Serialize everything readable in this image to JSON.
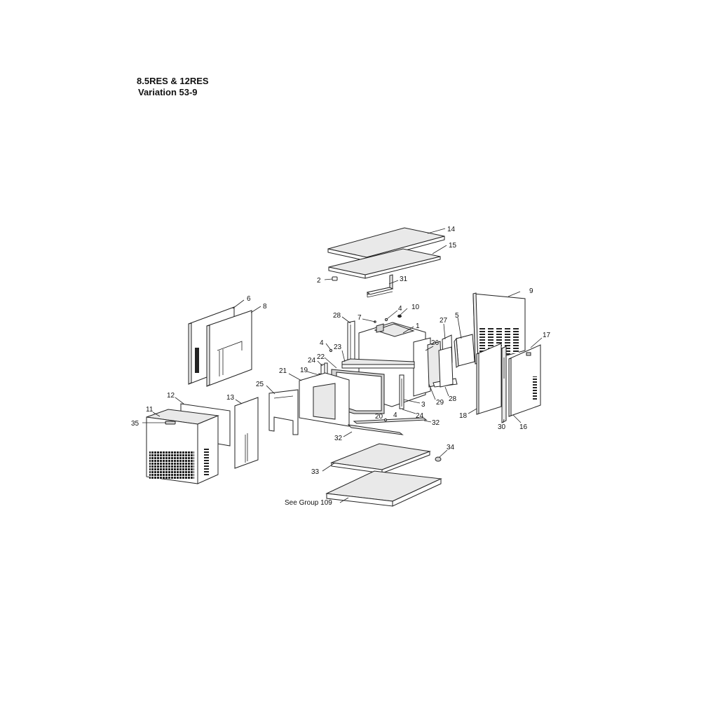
{
  "title": {
    "line1": "8.5RES & 12RES",
    "line2": "Variation 53-9"
  },
  "labels": {
    "p1": "1",
    "p2": "2",
    "p3": "3",
    "p4a": "4",
    "p4b": "4",
    "p4c": "4",
    "p5": "5",
    "p6": "6",
    "p7": "7",
    "p8": "8",
    "p9": "9",
    "p10": "10",
    "p11": "11",
    "p12": "12",
    "p13": "13",
    "p14": "14",
    "p15": "15",
    "p16": "16",
    "p17": "17",
    "p18": "18",
    "p19": "19",
    "p20": "20",
    "p21": "21",
    "p22": "22",
    "p23": "23",
    "p24a": "24",
    "p24b": "24",
    "p25": "25",
    "p26": "26",
    "p27": "27",
    "p28a": "28",
    "p28b": "28",
    "p29": "29",
    "p30": "30",
    "p31": "31",
    "p32a": "32",
    "p32b": "32",
    "p33": "33",
    "p34": "34",
    "p35": "35",
    "see_group": "See Group 109"
  }
}
